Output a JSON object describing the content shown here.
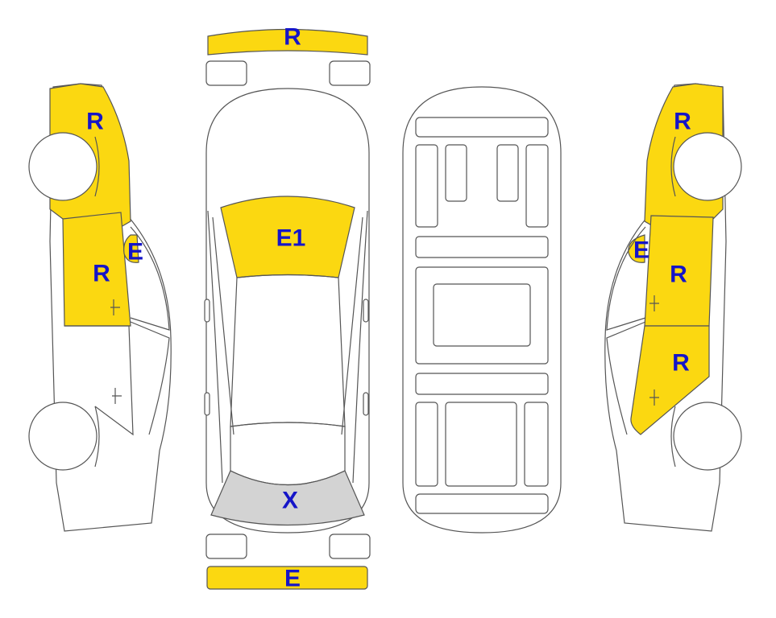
{
  "colors": {
    "damage": "#fbd811",
    "missing": "#d3d3d3",
    "outline": "#555555",
    "label": "#1515c8"
  },
  "legend_codes": [
    "R",
    "E",
    "E1",
    "X"
  ],
  "labels": {
    "front_bumper": "R",
    "rear_bumper": "E",
    "windshield": "E1",
    "rear_window": "X",
    "left_front_fender": "R",
    "left_front_door": "R",
    "left_mirror": "E",
    "right_front_fender": "R",
    "right_front_door": "R",
    "right_rear_door": "R",
    "right_mirror": "E"
  }
}
